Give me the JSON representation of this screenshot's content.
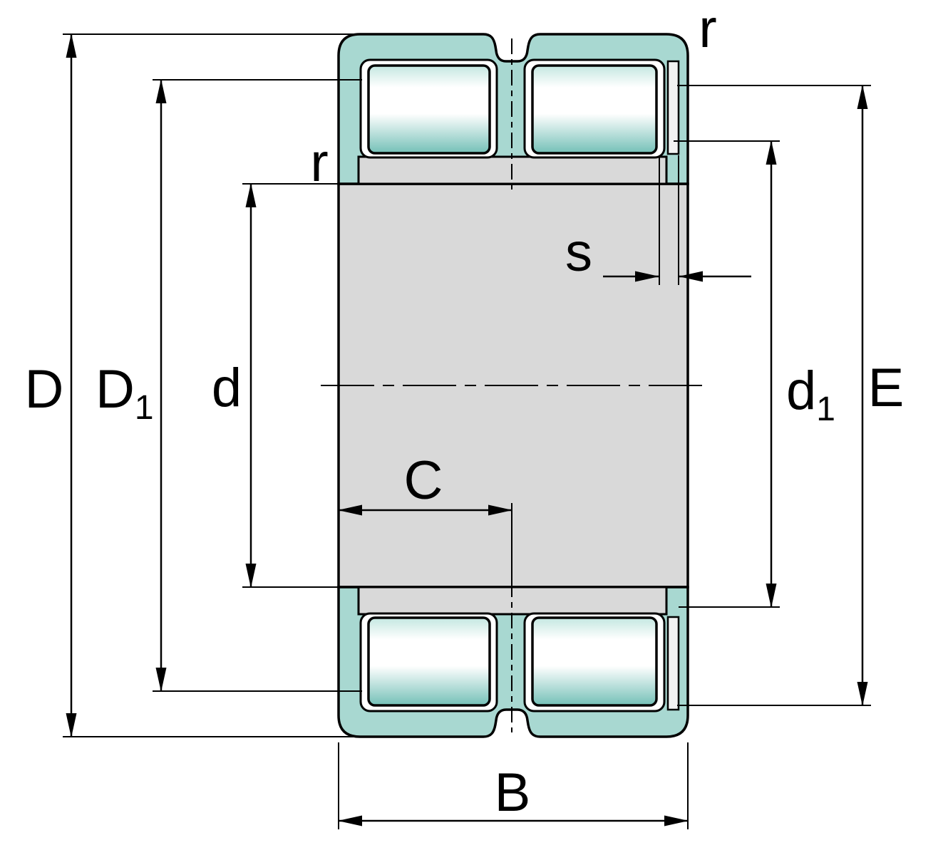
{
  "diagram": {
    "labels": {
      "D": "D",
      "D1_main": "D",
      "D1_sub": "1",
      "d": "d",
      "d1_main": "d",
      "d1_sub": "1",
      "E": "E",
      "B": "B",
      "C": "C",
      "s": "s",
      "r_left": "r",
      "r_right": "r"
    },
    "colors": {
      "outline": "#000000",
      "outer_ring": "#a8d8d1",
      "inner_section": "#d9d9d9",
      "pocket": "#ffffff",
      "roller_top": "#c4e7e1",
      "roller_mid": "#ffffff",
      "roller_bottom": "#74c0b7",
      "retainer": "#f2f2f2",
      "background": "#ffffff"
    }
  }
}
